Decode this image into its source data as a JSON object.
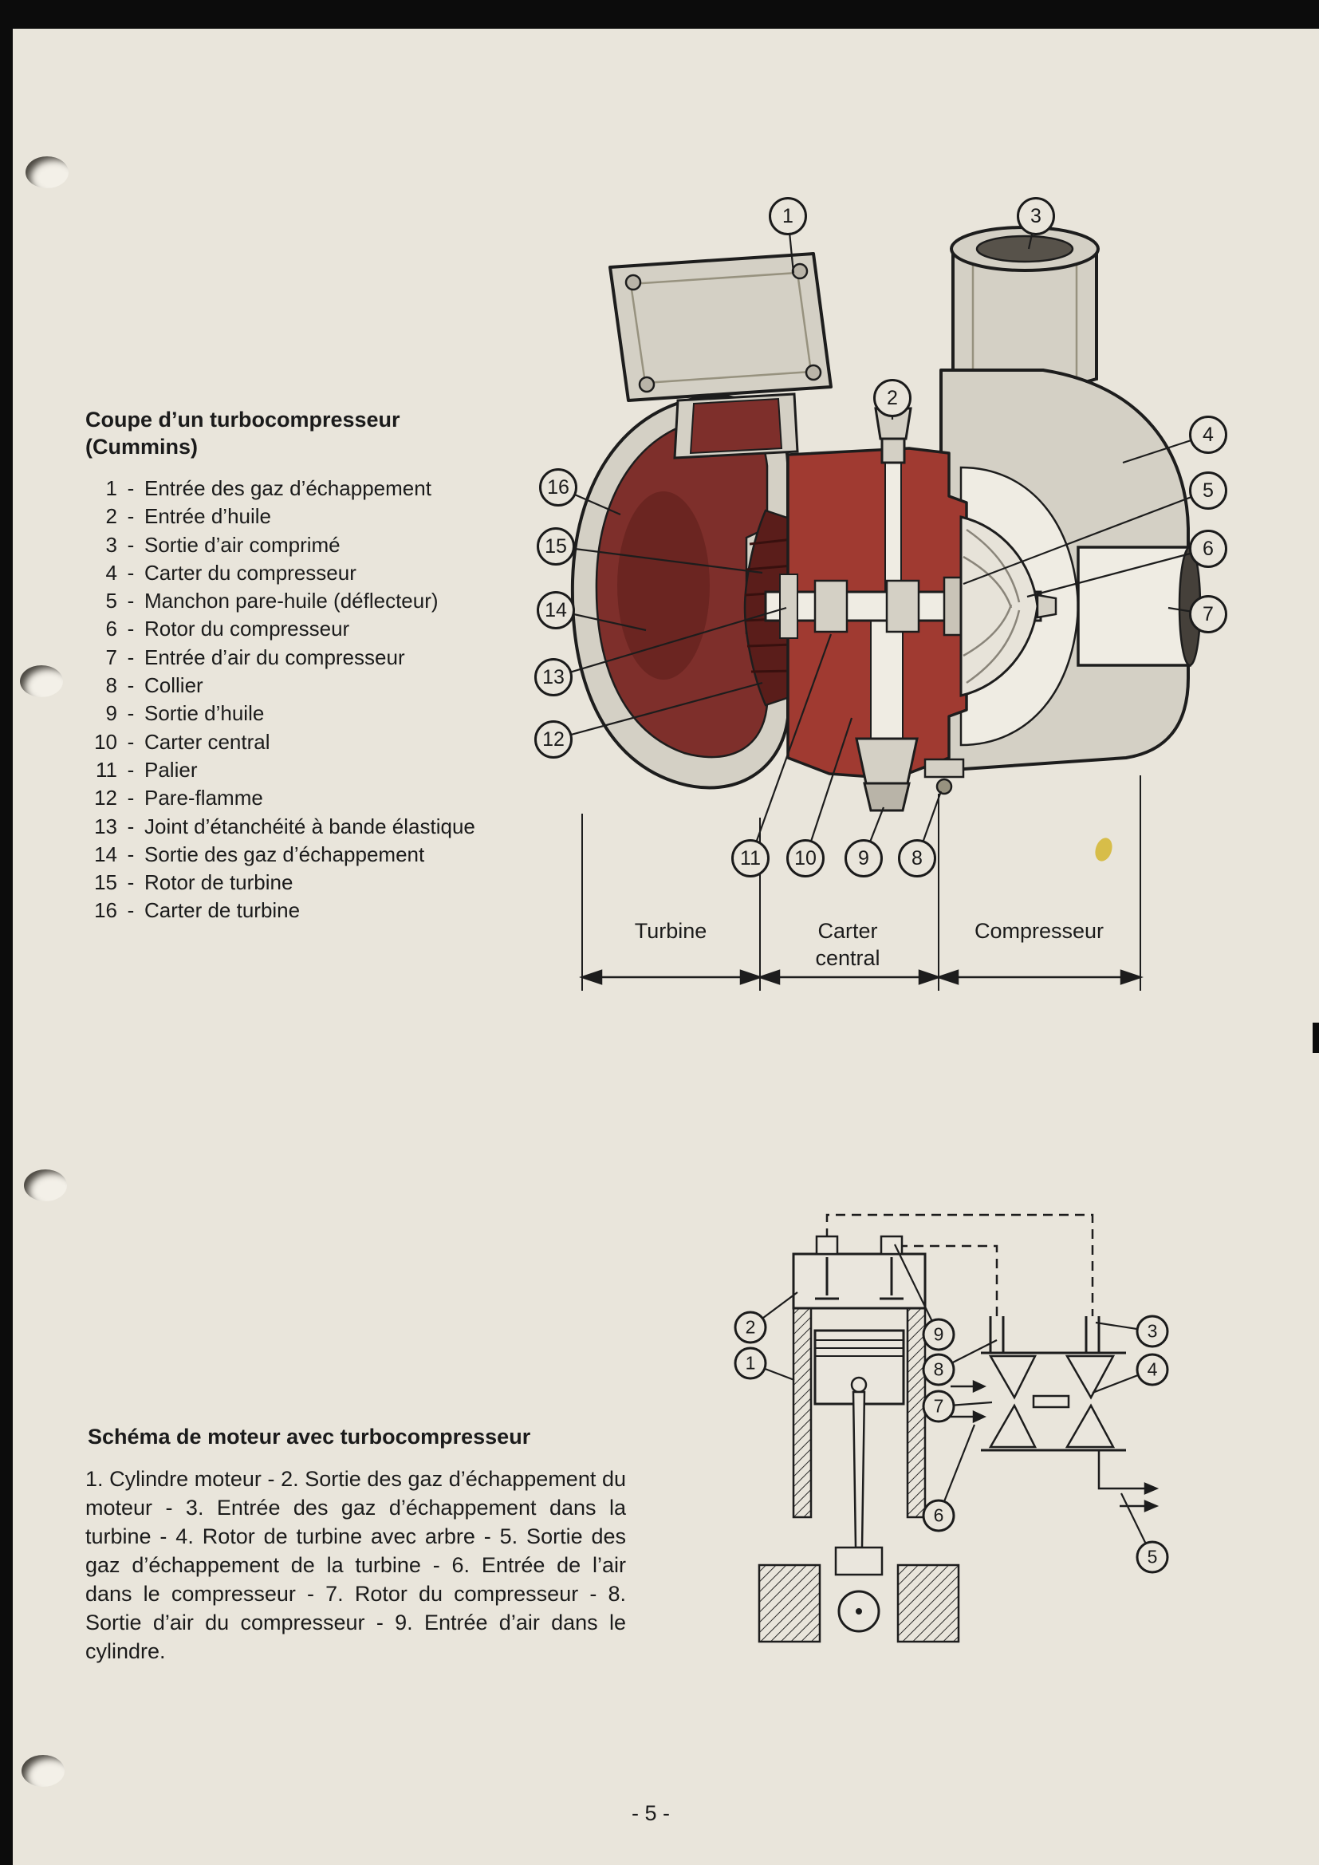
{
  "page": {
    "number_label": "- 5 -"
  },
  "legend": {
    "title_line1": "Coupe d’un turbocompresseur",
    "title_line2": "(Cummins)",
    "separator": "-",
    "items": [
      {
        "num": "1",
        "label": "Entrée des gaz d’échappement"
      },
      {
        "num": "2",
        "label": "Entrée d’huile"
      },
      {
        "num": "3",
        "label": "Sortie d’air comprimé"
      },
      {
        "num": "4",
        "label": "Carter du compresseur"
      },
      {
        "num": "5",
        "label": "Manchon pare-huile (déflecteur)"
      },
      {
        "num": "6",
        "label": "Rotor du compresseur"
      },
      {
        "num": "7",
        "label": "Entrée d’air du compresseur"
      },
      {
        "num": "8",
        "label": "Collier"
      },
      {
        "num": "9",
        "label": "Sortie d’huile"
      },
      {
        "num": "10",
        "label": "Carter central"
      },
      {
        "num": "11",
        "label": "Palier"
      },
      {
        "num": "12",
        "label": "Pare-flamme"
      },
      {
        "num": "13",
        "label": "Joint d’étanchéité à bande élastique"
      },
      {
        "num": "14",
        "label": "Sortie des gaz d’échappement"
      },
      {
        "num": "15",
        "label": "Rotor de turbine"
      },
      {
        "num": "16",
        "label": "Carter de turbine"
      }
    ]
  },
  "turbo_diagram": {
    "callouts": [
      {
        "num": "1"
      },
      {
        "num": "3"
      },
      {
        "num": "2"
      },
      {
        "num": "4"
      },
      {
        "num": "5"
      },
      {
        "num": "6"
      },
      {
        "num": "7"
      },
      {
        "num": "16"
      },
      {
        "num": "15"
      },
      {
        "num": "14"
      },
      {
        "num": "13"
      },
      {
        "num": "12"
      },
      {
        "num": "11"
      },
      {
        "num": "10"
      },
      {
        "num": "9"
      },
      {
        "num": "8"
      }
    ],
    "zone_turbine": "Turbine",
    "zone_carter_line1": "Carter",
    "zone_carter_line2": "central",
    "zone_compresseur": "Compresseur",
    "colors": {
      "cut_metal_red": "#7e2f2b",
      "wheel_dark_red": "#5a1d1a",
      "metal_gray": "#d4d0c5"
    }
  },
  "engine_diagram": {
    "callouts": [
      {
        "num": "2"
      },
      {
        "num": "1"
      },
      {
        "num": "9"
      },
      {
        "num": "8"
      },
      {
        "num": "7"
      },
      {
        "num": "6"
      },
      {
        "num": "3"
      },
      {
        "num": "4"
      },
      {
        "num": "5"
      }
    ]
  },
  "engine_section": {
    "title": "Schéma de moteur avec turbocompresseur",
    "body": "1. Cylindre moteur - 2. Sortie des gaz d’échappement du moteur - 3. Entrée des gaz d’échappement dans la turbine - 4. Rotor de turbine avec arbre - 5. Sortie des gaz d’échappement de la turbine - 6. Entrée de l’air dans le compresseur - 7. Rotor du compresseur - 8. Sortie d’air du compresseur - 9. Entrée d’air dans le cylindre."
  }
}
